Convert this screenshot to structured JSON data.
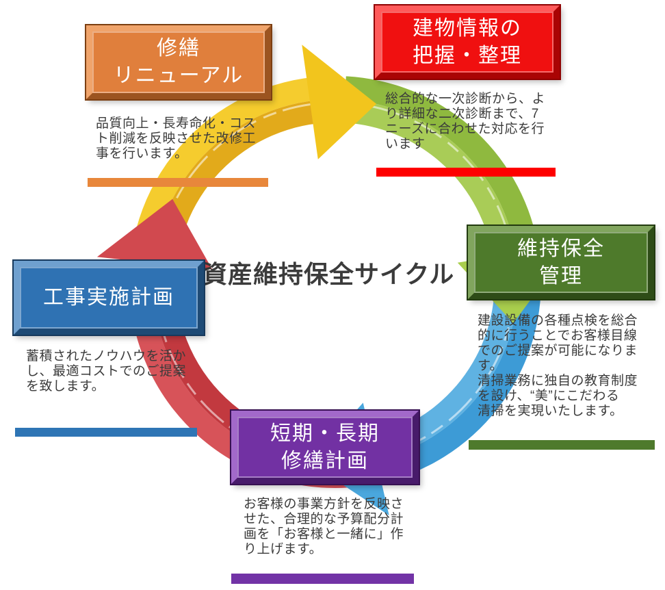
{
  "diagram": {
    "title": "資産維持保全サイクル",
    "nodes": [
      {
        "id": "building-info",
        "label": "建物情報の\n把握・整理",
        "description": "総合的な一次診断から、よ\nり詳細な二次診断まで、7\nニーズに合わせた対応を行\nいます",
        "colors": {
          "fill": "#F01010",
          "bevel_light": "#FF5B5B",
          "bevel_dark": "#AA0404",
          "edge": "#8F0202",
          "bar": "#FE0000"
        }
      },
      {
        "id": "maintenance-management",
        "label": "維持保全\n管理",
        "description": "建設設備の各種点検を総合\n的に行うことでお客様目線\nでのご提案が可能になりま\nす。\n清掃業務に独自の教育制度\nを設け、“美”にこだわる\n清掃を実現いたします。",
        "colors": {
          "fill": "#4E7A2B",
          "bevel_light": "#81A55E",
          "bevel_dark": "#2E4C17",
          "edge": "#223A0F",
          "bar": "#4E7A2C"
        }
      },
      {
        "id": "repair-plan",
        "label": "短期・長期\n修繕計画",
        "description": "お客様の事業方針を反映さ\nせた、合理的な予算配分計\n画を「お客様と一緒に」作\nり上げます。",
        "colors": {
          "fill": "#7231A3",
          "bevel_light": "#A269CA",
          "bevel_dark": "#481B6B",
          "edge": "#371052",
          "bar": "#7233A6"
        }
      },
      {
        "id": "construction-plan",
        "label": "工事実施計画",
        "description": "蓄積されたノウハウを活か\nし、最適コストでのご提案\nを致します。",
        "colors": {
          "fill": "#2F72B3",
          "bevel_light": "#6FA0CF",
          "bevel_dark": "#1E4A75",
          "edge": "#17395C",
          "bar": "#2E75B5"
        }
      },
      {
        "id": "repair-renewal",
        "label": "修繕\nリニューアル",
        "description": "品質向上・長寿命化・コス\nト削減を反映させた改修工\n事を行います。",
        "colors": {
          "fill": "#E07F3C",
          "bevel_light": "#F0A46B",
          "bevel_dark": "#9C5420",
          "edge": "#7C3F12",
          "bar": "#E8873B"
        }
      }
    ],
    "cycle_segments": [
      {
        "name": "yellow-arc",
        "outer": "#F5CC2E",
        "inner": "#E2AA1B",
        "head": "#F2C51D"
      },
      {
        "name": "green-arc",
        "outer": "#8FB93F",
        "inner": "#A9CC57",
        "head": "#A9CE4D"
      },
      {
        "name": "blue-arc",
        "outer": "#3D9BD6",
        "inner": "#5FB2E2",
        "head": "#4AA7DD"
      },
      {
        "name": "red-arc",
        "outer": "#D75359",
        "inner": "#C2393F",
        "head": "#D1494F"
      }
    ]
  }
}
